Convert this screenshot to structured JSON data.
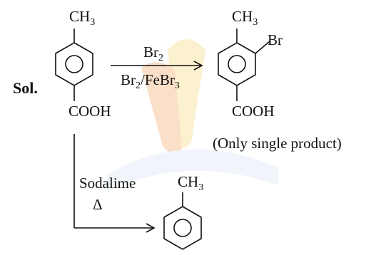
{
  "solution_label": "Sol.",
  "colors": {
    "ink": "#111111",
    "watermark_orange": "#f6c59d",
    "watermark_yellow": "#f9e7a9",
    "watermark_blue": "#e6eef8"
  },
  "reactant": {
    "top_group_main": "CH",
    "top_group_sub": "3",
    "bottom_group": "COOH"
  },
  "reaction_1": {
    "reagent_top_main": "Br",
    "reagent_top_sub": "2",
    "reagent_bottom_part1": "Br",
    "reagent_bottom_sub1": "2",
    "reagent_bottom_part2": "/FeBr",
    "reagent_bottom_sub2": "3"
  },
  "product_1": {
    "top_group_main": "CH",
    "top_group_sub": "3",
    "substituent": "Br",
    "bottom_group": "COOH",
    "note": "(Only single product)"
  },
  "reaction_2": {
    "reagent_line1": "Sodalime",
    "reagent_line2": "Δ"
  },
  "product_2": {
    "top_group_main": "CH",
    "top_group_sub": "3"
  }
}
